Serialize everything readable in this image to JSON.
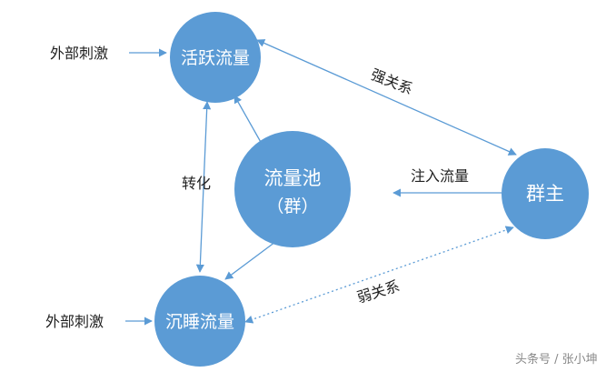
{
  "colors": {
    "node_fill": "#5b9bd5",
    "arrow": "#5b9bd5",
    "label": "#222222",
    "watermark": "#888888"
  },
  "nodes": {
    "active": "活跃流量",
    "pool_line1": "流量池",
    "pool_line2": "（群）",
    "dormant": "沉睡流量",
    "owner": "群主"
  },
  "labels": {
    "stimulus_top": "外部刺激",
    "stimulus_bottom": "外部刺激",
    "convert": "转化",
    "strong": "强关系",
    "inject": "注入流量",
    "weak": "弱关系"
  },
  "watermark": "头条号 / 张小坤"
}
